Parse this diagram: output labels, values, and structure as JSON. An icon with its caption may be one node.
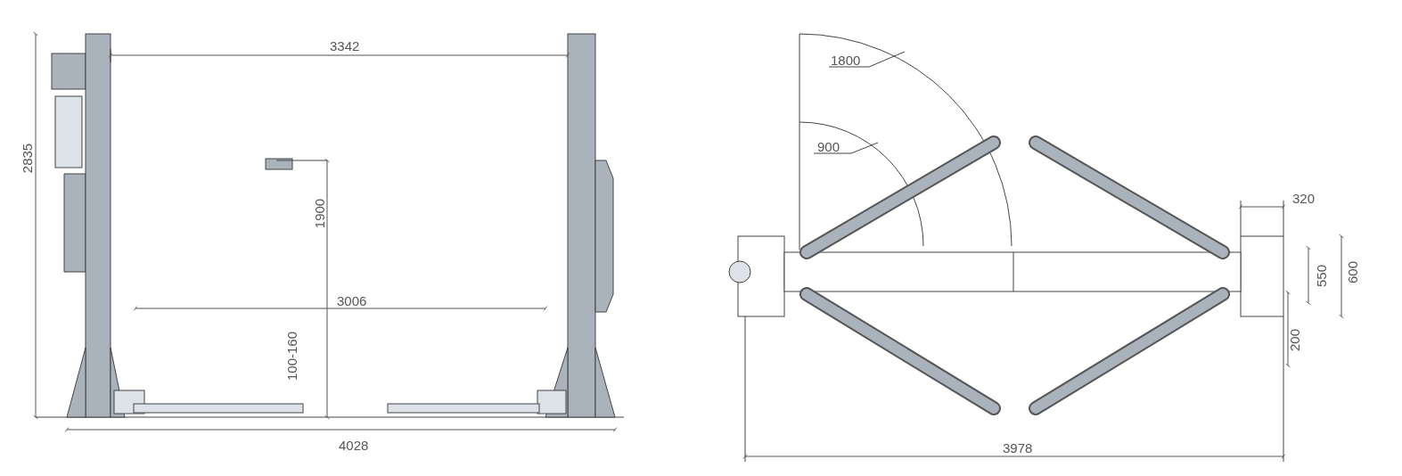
{
  "diagram": {
    "labels": [
      "3342",
      "1800",
      "2835",
      "900",
      "320",
      "1900",
      "600",
      "550",
      "3006",
      "100-160",
      "200",
      "4028",
      "3978"
    ]
  }
}
